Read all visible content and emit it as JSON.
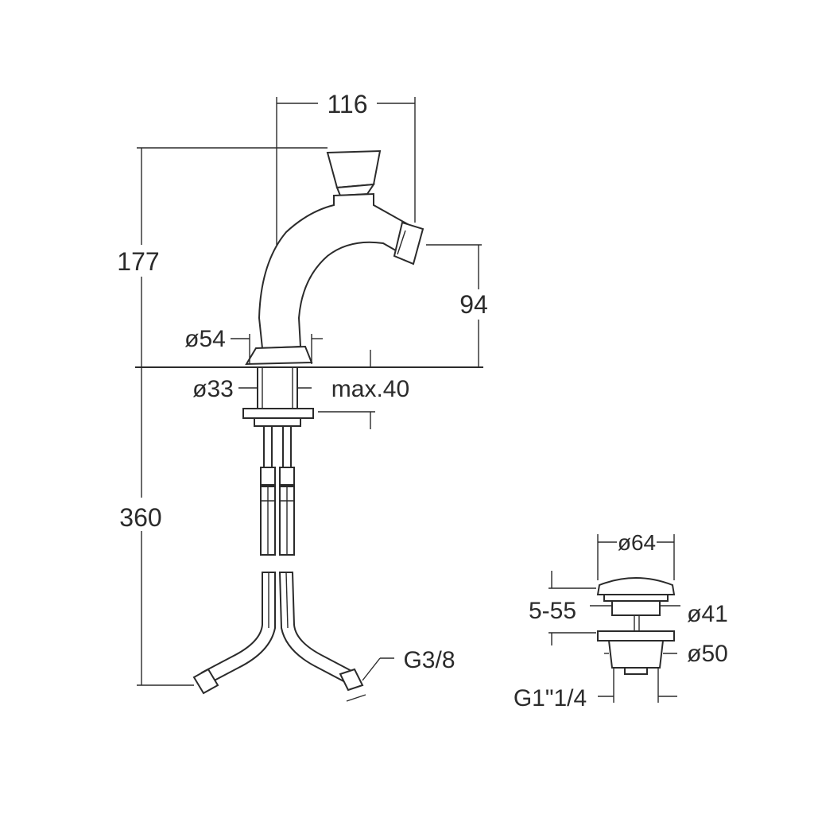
{
  "faucet": {
    "dim_width": "116",
    "dim_height": "177",
    "dim_spout": "94",
    "dim_base_dia": "ø54",
    "dim_shank_dia": "ø33",
    "dim_max_thickness": "max.40",
    "dim_hose_length": "360",
    "dim_hose_thread": "G3/8"
  },
  "drain": {
    "dim_cap_dia": "ø64",
    "dim_range": "5-55",
    "dim_body_dia": "ø41",
    "dim_flange_dia": "ø50",
    "dim_thread": "G1\"1/4"
  }
}
